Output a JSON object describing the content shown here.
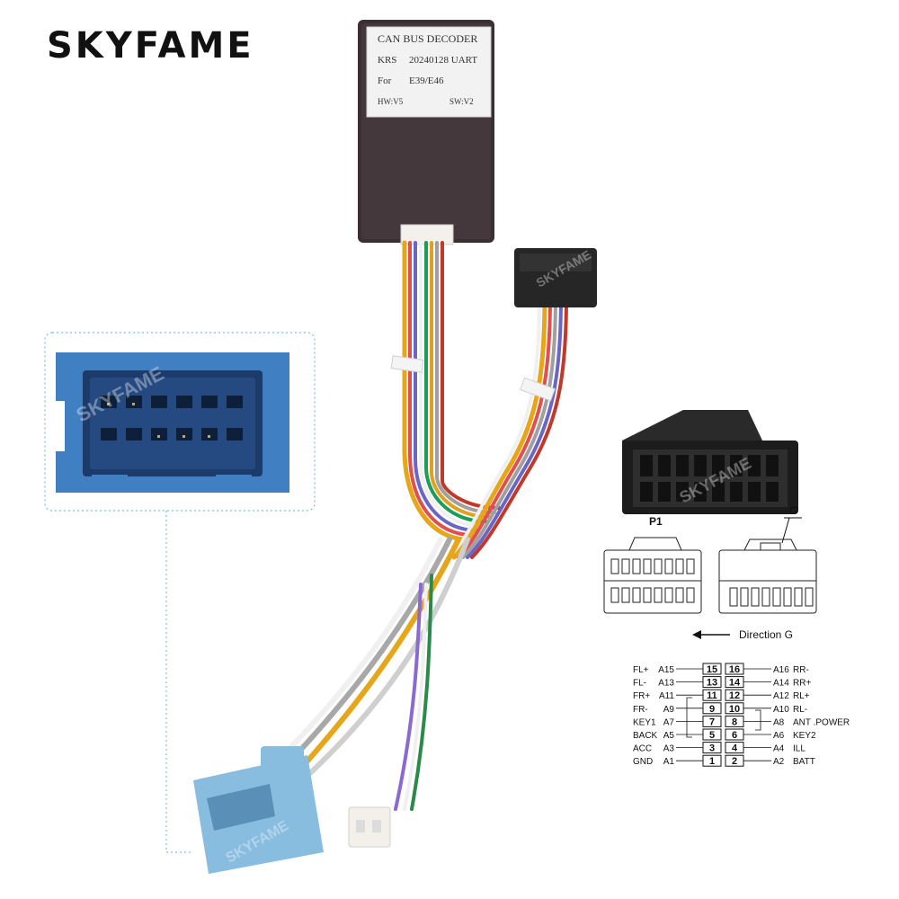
{
  "brand": "SKYFAME",
  "decoder": {
    "line1": "CAN BUS DECODER",
    "line2_left": "KRS",
    "line2_right": "20240128 UART",
    "line3_left": "For",
    "line3_right": "E39/E46",
    "hw": "HW:V5",
    "sw": "SW:V2"
  },
  "connector_labels": {
    "p1": "P1",
    "g": "G",
    "direction": "Direction G"
  },
  "pinout": {
    "left": [
      {
        "signal": "FL+",
        "pin": "A15"
      },
      {
        "signal": "FL-",
        "pin": "A13"
      },
      {
        "signal": "FR+",
        "pin": "A11"
      },
      {
        "signal": "FR-",
        "pin": "A9"
      },
      {
        "signal": "KEY1",
        "pin": "A7"
      },
      {
        "signal": "BACK",
        "pin": "A5"
      },
      {
        "signal": "ACC",
        "pin": "A3"
      },
      {
        "signal": "GND",
        "pin": "A1"
      }
    ],
    "right": [
      {
        "signal": "RR-",
        "pin": "A16"
      },
      {
        "signal": "RR+",
        "pin": "A14"
      },
      {
        "signal": "RL+",
        "pin": "A12"
      },
      {
        "signal": "RL-",
        "pin": "A10"
      },
      {
        "signal": "ANT .POWER",
        "pin": "A8"
      },
      {
        "signal": "KEY2",
        "pin": "A6"
      },
      {
        "signal": "ILL",
        "pin": "A4"
      },
      {
        "signal": "BATT",
        "pin": "A2"
      }
    ],
    "left_numbers": [
      "15",
      "13",
      "11",
      "9",
      "7",
      "5",
      "3",
      "1"
    ],
    "right_numbers": [
      "16",
      "14",
      "12",
      "10",
      "8",
      "6",
      "4",
      "2"
    ]
  },
  "colors": {
    "connector_blue": "#4a86c5",
    "light_blue": "#8ec3e6",
    "decoder_body": "#3a3034",
    "black_connector": "#2a2a2a"
  }
}
